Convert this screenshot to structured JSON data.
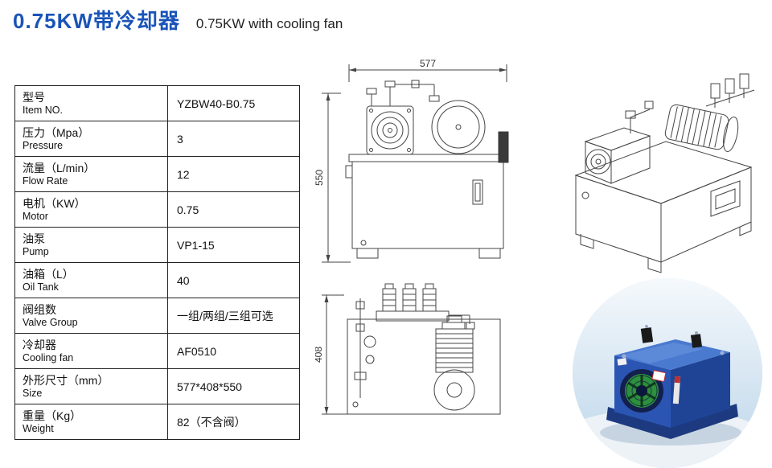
{
  "colors": {
    "accent_blue": "#1a54b8",
    "product_body_blue": "#2b55b2",
    "fan_green": "#2e8f3f"
  },
  "header": {
    "title_cn": "0.75KW带冷却器",
    "title_en": "0.75KW with cooling fan"
  },
  "spec_table": {
    "rows": [
      {
        "label_cn": "型号",
        "label_en": "Item NO.",
        "value": "YZBW40-B0.75"
      },
      {
        "label_cn": "压力（Mpa）",
        "label_en": "Pressure",
        "value": "3"
      },
      {
        "label_cn": "流量（L/min）",
        "label_en": "Flow Rate",
        "value": "12"
      },
      {
        "label_cn": "电机（KW）",
        "label_en": "Motor",
        "value": "0.75"
      },
      {
        "label_cn": "油泵",
        "label_en": "Pump",
        "value": "VP1-15"
      },
      {
        "label_cn": "油箱（L）",
        "label_en": "Oil Tank",
        "value": "40"
      },
      {
        "label_cn": "阀组数",
        "label_en": "Valve Group",
        "value": "一组/两组/三组可选"
      },
      {
        "label_cn": "冷却器",
        "label_en": "Cooling fan",
        "value": "AF0510"
      },
      {
        "label_cn": "外形尺寸（mm）",
        "label_en": "Size",
        "value": "577*408*550"
      },
      {
        "label_cn": "重量（Kg）",
        "label_en": "Weight",
        "value": "82（不含阀）"
      }
    ]
  },
  "drawings": {
    "front_view": {
      "width_dim": "577",
      "height_dim": "550"
    },
    "rear_view": {
      "depth_dim": "408"
    }
  }
}
